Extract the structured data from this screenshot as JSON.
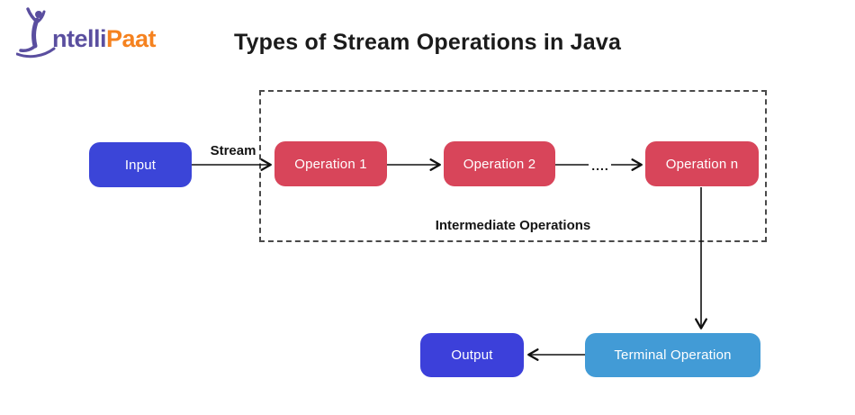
{
  "logo": {
    "prefix": "ntelli",
    "suffix": "Paat"
  },
  "title": "Types of Stream Operations in Java",
  "labels": {
    "stream": "Stream",
    "intermediate": "Intermediate Operations",
    "ellipsis": "...."
  },
  "nodes": {
    "input": {
      "label": "Input",
      "color": "#3b45d8"
    },
    "op1": {
      "label": "Operation 1",
      "color": "#d8455a"
    },
    "op2": {
      "label": "Operation 2",
      "color": "#d8455a"
    },
    "opn": {
      "label": "Operation n",
      "color": "#d8455a"
    },
    "terminal": {
      "label": "Terminal Operation",
      "color": "#429bd6"
    },
    "output": {
      "label": "Output",
      "color": "#3c40da"
    }
  },
  "colors": {
    "arrow": "#111111",
    "dashed_border": "#4a4a4a",
    "title_text": "#1b1b1b",
    "logo_purple": "#5a4e9f",
    "logo_orange": "#f5821f"
  }
}
